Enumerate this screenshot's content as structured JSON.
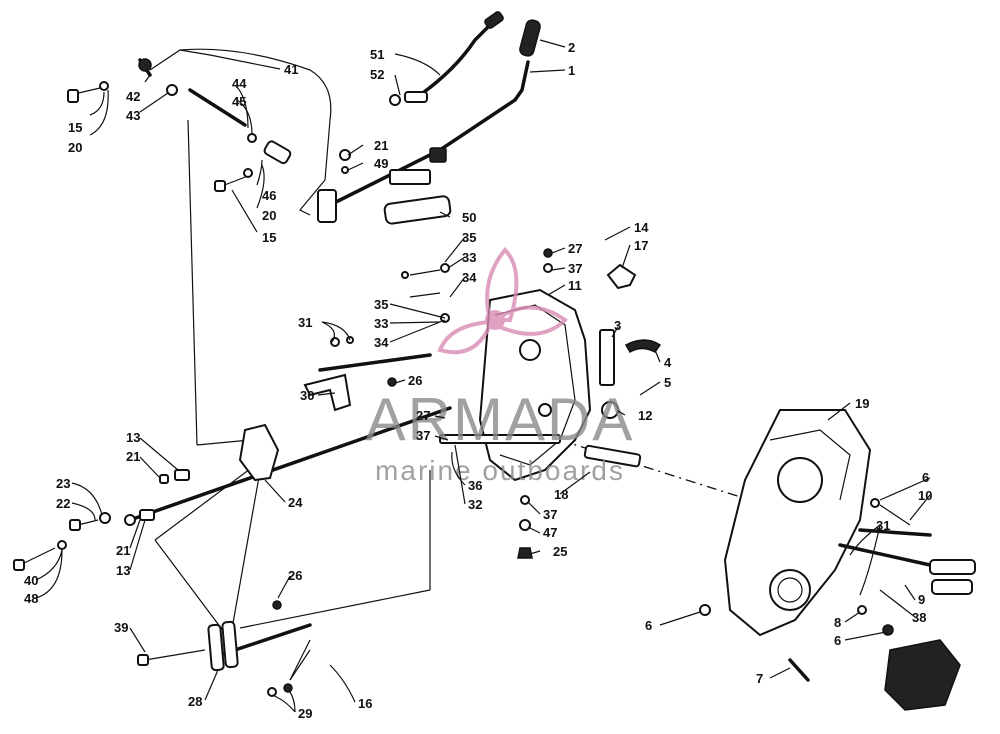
{
  "watermark": {
    "brand": "ARMADA",
    "tagline": "marine outboards",
    "logo_color": "#d98bb3"
  },
  "callouts": [
    {
      "id": "c1",
      "text": "1"
    },
    {
      "id": "c2",
      "text": "2"
    },
    {
      "id": "c3",
      "text": "3"
    },
    {
      "id": "c4",
      "text": "4"
    },
    {
      "id": "c5",
      "text": "5"
    },
    {
      "id": "c6a",
      "text": "6"
    },
    {
      "id": "c6b",
      "text": "6"
    },
    {
      "id": "c6c",
      "text": "6"
    },
    {
      "id": "c7",
      "text": "7"
    },
    {
      "id": "c8",
      "text": "8"
    },
    {
      "id": "c9",
      "text": "9"
    },
    {
      "id": "c10",
      "text": "10"
    },
    {
      "id": "c11",
      "text": "11"
    },
    {
      "id": "c12",
      "text": "12"
    },
    {
      "id": "c13a",
      "text": "13"
    },
    {
      "id": "c13b",
      "text": "13"
    },
    {
      "id": "c14",
      "text": "14"
    },
    {
      "id": "c15a",
      "text": "15"
    },
    {
      "id": "c15b",
      "text": "15"
    },
    {
      "id": "c16",
      "text": "16"
    },
    {
      "id": "c17",
      "text": "17"
    },
    {
      "id": "c18",
      "text": "18"
    },
    {
      "id": "c19",
      "text": "19"
    },
    {
      "id": "c20a",
      "text": "20"
    },
    {
      "id": "c20b",
      "text": "20"
    },
    {
      "id": "c21a",
      "text": "21"
    },
    {
      "id": "c21b",
      "text": "21"
    },
    {
      "id": "c21c",
      "text": "21"
    },
    {
      "id": "c22",
      "text": "22"
    },
    {
      "id": "c23",
      "text": "23"
    },
    {
      "id": "c24",
      "text": "24"
    },
    {
      "id": "c25",
      "text": "25"
    },
    {
      "id": "c26a",
      "text": "26"
    },
    {
      "id": "c26b",
      "text": "26"
    },
    {
      "id": "c27a",
      "text": "27"
    },
    {
      "id": "c27b",
      "text": "27"
    },
    {
      "id": "c28",
      "text": "28"
    },
    {
      "id": "c29",
      "text": "29"
    },
    {
      "id": "c30",
      "text": "30"
    },
    {
      "id": "c31a",
      "text": "31"
    },
    {
      "id": "c31b",
      "text": "31"
    },
    {
      "id": "c32",
      "text": "32"
    },
    {
      "id": "c33a",
      "text": "33"
    },
    {
      "id": "c33b",
      "text": "33"
    },
    {
      "id": "c34a",
      "text": "34"
    },
    {
      "id": "c34b",
      "text": "34"
    },
    {
      "id": "c35a",
      "text": "35"
    },
    {
      "id": "c35b",
      "text": "35"
    },
    {
      "id": "c36",
      "text": "36"
    },
    {
      "id": "c37a",
      "text": "37"
    },
    {
      "id": "c37b",
      "text": "37"
    },
    {
      "id": "c37c",
      "text": "37"
    },
    {
      "id": "c38",
      "text": "38"
    },
    {
      "id": "c39",
      "text": "39"
    },
    {
      "id": "c40",
      "text": "40"
    },
    {
      "id": "c41",
      "text": "41"
    },
    {
      "id": "c42",
      "text": "42"
    },
    {
      "id": "c43",
      "text": "43"
    },
    {
      "id": "c44",
      "text": "44"
    },
    {
      "id": "c45",
      "text": "45"
    },
    {
      "id": "c46",
      "text": "46"
    },
    {
      "id": "c47",
      "text": "47"
    },
    {
      "id": "c48",
      "text": "48"
    },
    {
      "id": "c49",
      "text": "49"
    },
    {
      "id": "c50",
      "text": "50"
    },
    {
      "id": "c51",
      "text": "51"
    },
    {
      "id": "c52",
      "text": "52"
    }
  ]
}
